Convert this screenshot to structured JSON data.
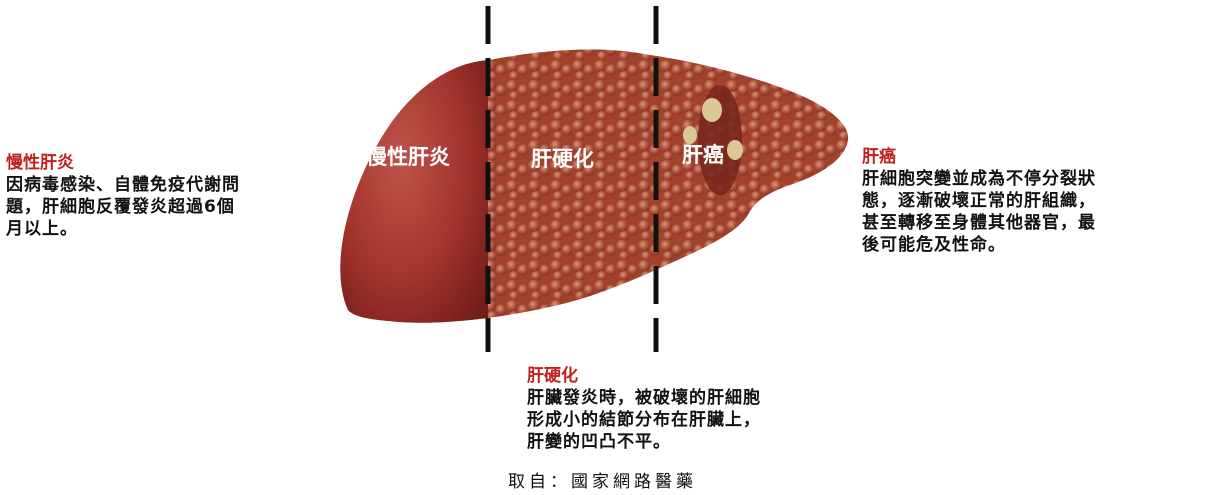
{
  "liver_labels": {
    "chronic_hepatitis": "慢性肝炎",
    "cirrhosis": "肝硬化",
    "cancer": "肝癌"
  },
  "left": {
    "title": "慢性肝炎",
    "lines": [
      "因病毒感染、自體免疫代謝問",
      "題，肝細胞反覆發炎超過6個",
      "月以上。"
    ]
  },
  "right": {
    "title": "肝癌",
    "lines": [
      "肝細胞突變並成為不停分裂狀",
      "態，逐漸破壞正常的肝組織，",
      "甚至轉移至身體其他器官，最",
      "後可能危及性命。"
    ]
  },
  "bottom": {
    "title": "肝硬化",
    "lines": [
      "肝臟發炎時，被破壞的肝細胞",
      "形成小的結節分布在肝臟上，",
      "肝變的凹凸不平。"
    ]
  },
  "credit": "取自：國家網路醫藥",
  "colors": {
    "title_red": "#c0201e",
    "liver_smooth": "#a8352e",
    "liver_nodular": "#b2503a"
  }
}
